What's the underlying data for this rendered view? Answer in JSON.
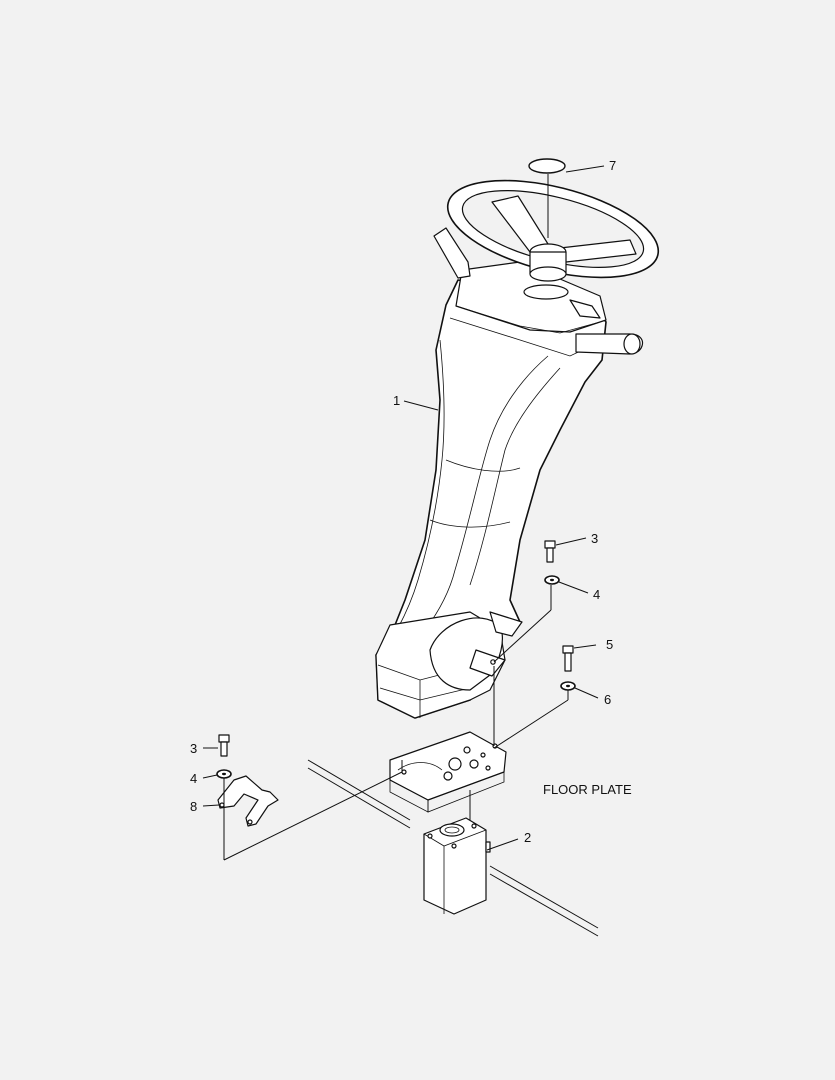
{
  "diagram": {
    "callouts": {
      "item1": "1",
      "item2": "2",
      "item3_upper": "3",
      "item4_upper": "4",
      "item5": "5",
      "item6": "6",
      "item7": "7",
      "item3_lower": "3",
      "item4_lower": "4",
      "item8": "8"
    },
    "floor_plate_label": "FLOOR PLATE"
  }
}
